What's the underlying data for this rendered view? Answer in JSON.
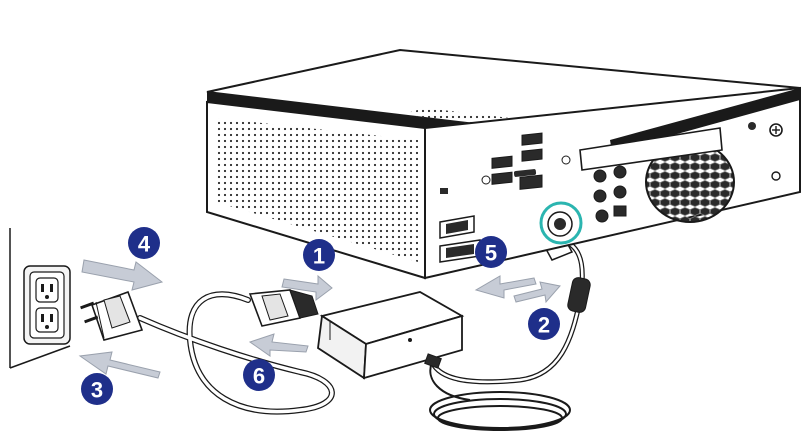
{
  "colors": {
    "step_badge": "#1f2f8a",
    "arrow_fill": "#c7ccd6",
    "highlight_ring": "#2bb5b0",
    "outline": "#1a1a1a"
  },
  "steps": [
    {
      "number": "1",
      "target": "power-cord-into-adapter"
    },
    {
      "number": "2",
      "target": "adapter-dc-plug-into-pc"
    },
    {
      "number": "3",
      "target": "plug-into-wall-outlet"
    },
    {
      "number": "4",
      "target": "remove-plug-from-outlet"
    },
    {
      "number": "5",
      "target": "remove-dc-plug-from-pc"
    },
    {
      "number": "6",
      "target": "remove-cord-from-adapter"
    }
  ],
  "icons": {
    "pc": "mini-pc-rear-icon",
    "adapter": "power-adapter-icon",
    "outlet": "wall-outlet-icon",
    "plug": "ac-plug-icon"
  }
}
